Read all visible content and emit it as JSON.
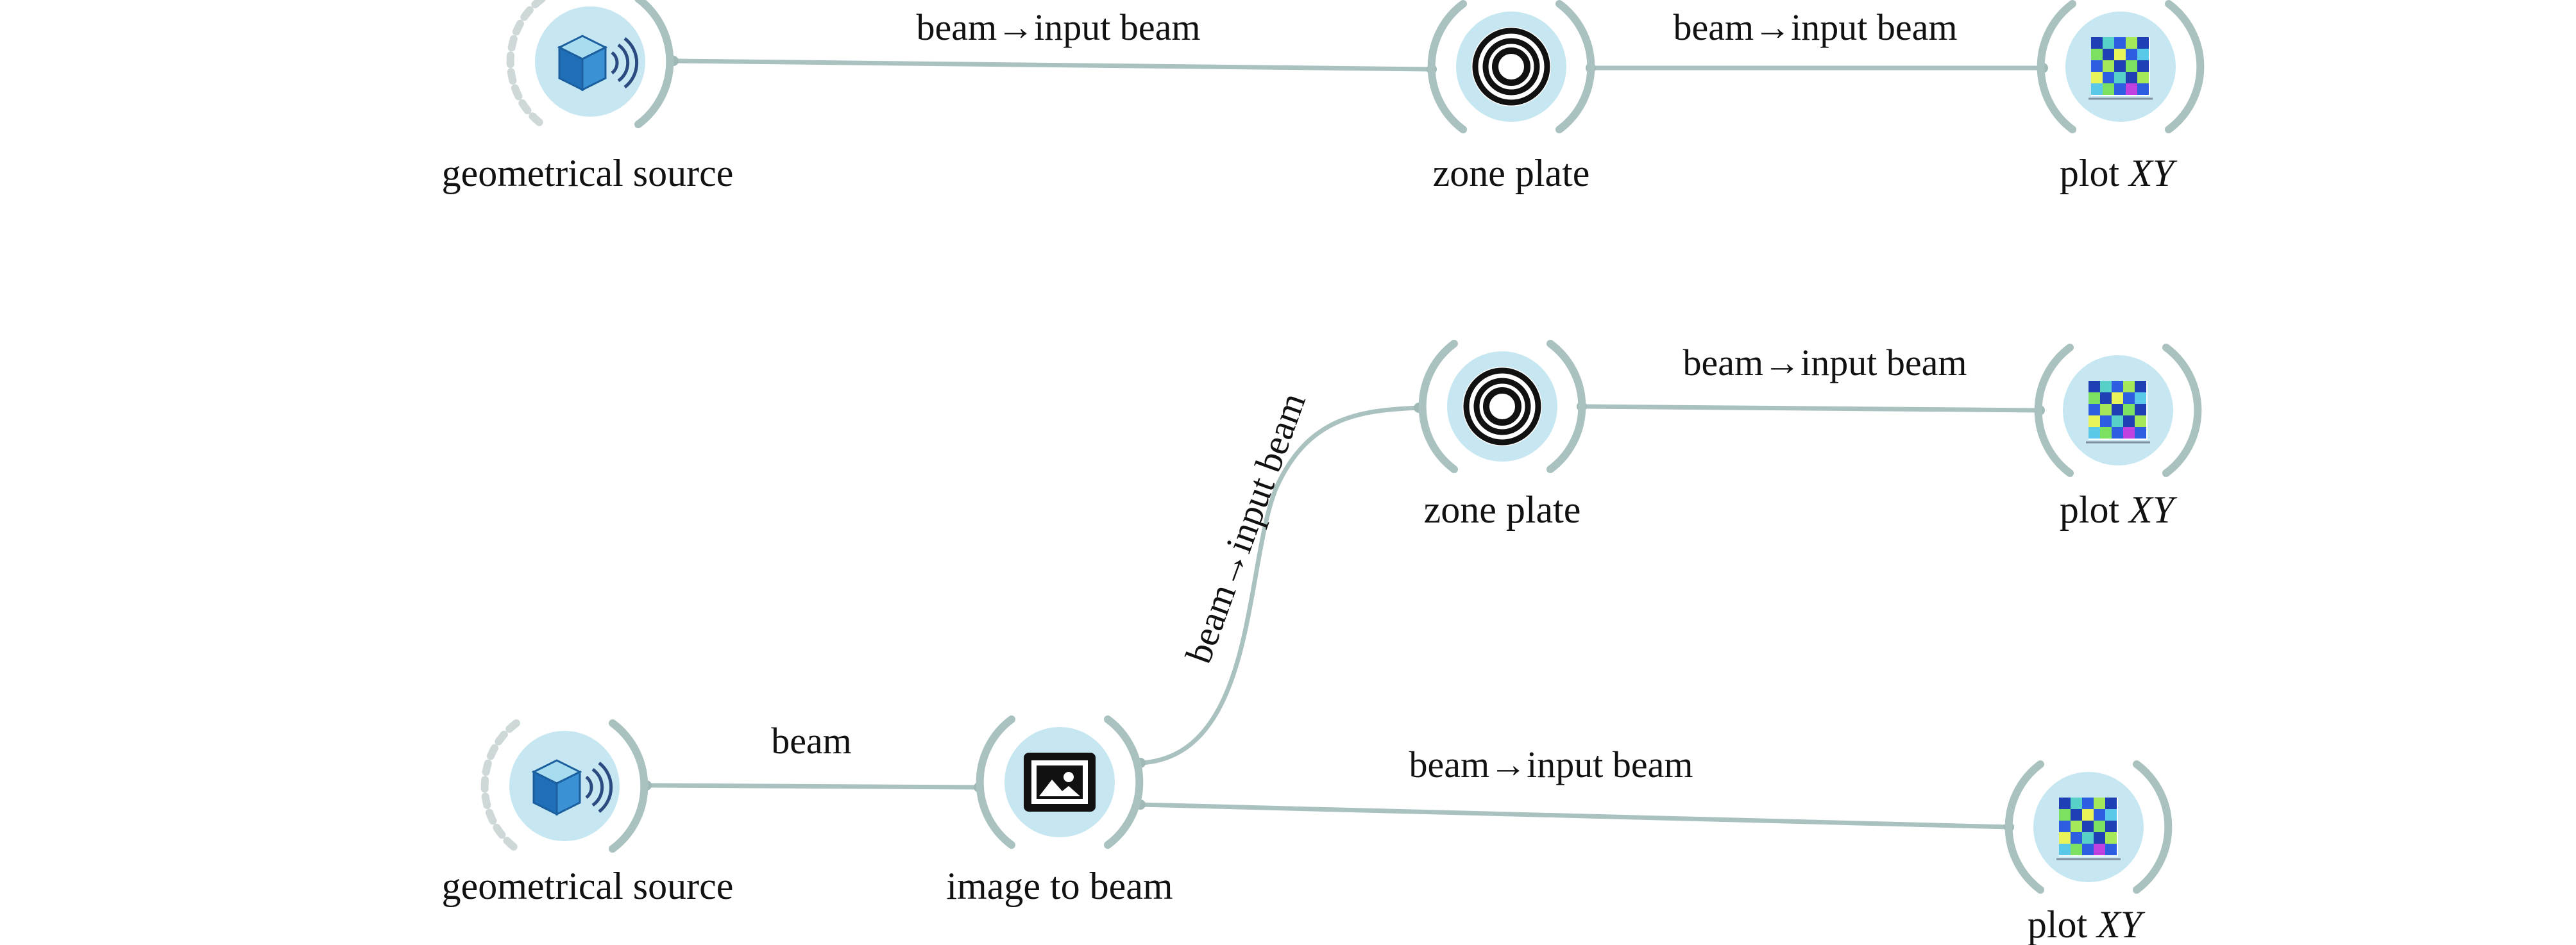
{
  "nodes": {
    "geo_source_1": {
      "label": "geometrical source",
      "icon": "cube-radiating-icon"
    },
    "zone_plate_1": {
      "label": "zone plate",
      "icon": "zone-plate-rings-icon"
    },
    "plot_xy_1": {
      "label_prefix": "plot ",
      "label_italic": "XY",
      "icon": "heatmap-plot-icon"
    },
    "geo_source_2": {
      "label": "geometrical source",
      "icon": "cube-radiating-icon"
    },
    "image_to_beam": {
      "label": "image to beam",
      "icon": "framed-picture-icon"
    },
    "zone_plate_2": {
      "label": "zone plate",
      "icon": "zone-plate-rings-icon"
    },
    "plot_xy_2": {
      "label_prefix": "plot ",
      "label_italic": "XY",
      "icon": "heatmap-plot-icon"
    },
    "plot_xy_3": {
      "label_prefix": "plot ",
      "label_italic": "XY",
      "icon": "heatmap-plot-icon"
    }
  },
  "links": {
    "l1": {
      "from": "geo_source_1",
      "to": "zone_plate_1",
      "label": "beam→input beam"
    },
    "l2": {
      "from": "zone_plate_1",
      "to": "plot_xy_1",
      "label": "beam→input beam"
    },
    "l3": {
      "from": "geo_source_2",
      "to": "image_to_beam",
      "label": "beam"
    },
    "l4": {
      "from": "image_to_beam",
      "to": "zone_plate_2",
      "label": "beam→input beam"
    },
    "l5": {
      "from": "zone_plate_2",
      "to": "plot_xy_2",
      "label": "beam→input beam"
    },
    "l6": {
      "from": "image_to_beam",
      "to": "plot_xy_3",
      "label": "beam→input beam"
    }
  },
  "colors": {
    "node_fill": "#c6e7f1",
    "link": "#a9c1bf",
    "cube_blue": "#1f6fb8",
    "cube_top": "#a8ddf0"
  }
}
